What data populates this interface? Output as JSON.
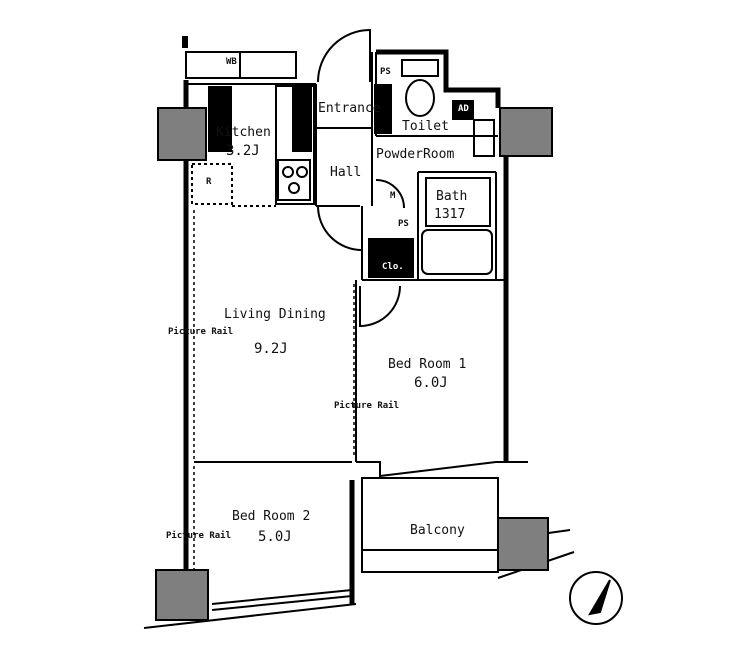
{
  "rooms": {
    "entrance": "Entrance",
    "toilet": "Toilet",
    "kitchen": "Kitchen",
    "kitchen_area": "3.2J",
    "hall": "Hall",
    "powder_room": "PowderRoom",
    "bath": "Bath",
    "bath_size": "1317",
    "living_dining": "Living Dining",
    "living_dining_area": "9.2J",
    "bedroom1": "Bed Room 1",
    "bedroom1_area": "6.0J",
    "bedroom2": "Bed Room 2",
    "bedroom2_area": "5.0J",
    "balcony": "Balcony"
  },
  "labels": {
    "wb": "WB",
    "ps_top": "PS",
    "ps_mid": "PS",
    "ad": "AD",
    "m": "M",
    "clo": "Clo.",
    "r": "R",
    "pic_rail_living": "Picture Rail",
    "pic_rail_bed1": "Picture Rail",
    "pic_rail_bed2": "Picture Rail"
  }
}
